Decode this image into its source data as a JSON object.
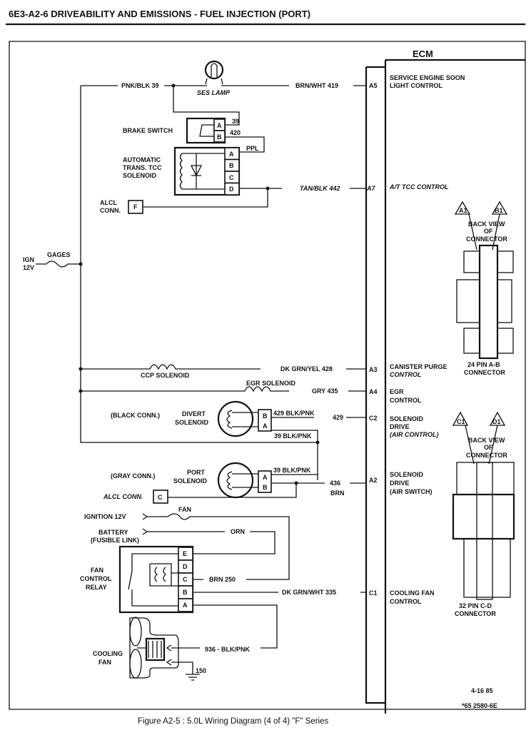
{
  "header": {
    "title": "6E3-A2-6  DRIVEABILITY AND EMISSIONS - FUEL INJECTION (PORT)"
  },
  "caption": "Figure A2-5 : 5.0L Wiring Diagram (4 of 4) \"F\" Series",
  "ecm": {
    "title": "ECM",
    "pins": [
      {
        "pin": "A5",
        "lines": [
          "SERVICE ENGINE SOON",
          "LIGHT CONTROL"
        ]
      },
      {
        "pin": "A7",
        "lines": [
          "A/T TCC CONTROL"
        ]
      },
      {
        "pin": "A3",
        "lines": [
          "CANISTER PURGE",
          "CONTROL"
        ]
      },
      {
        "pin": "A4",
        "lines": [
          "EGR",
          "CONTROL"
        ]
      },
      {
        "pin": "C2",
        "lines": [
          "SOLENOID",
          "DRIVE",
          "(AIR CONTROL)"
        ]
      },
      {
        "pin": "A2",
        "lines": [
          "SOLENOID",
          "DRIVE",
          "(AIR SWITCH)"
        ]
      },
      {
        "pin": "C1",
        "lines": [
          "COOLING FAN",
          "CONTROL"
        ]
      }
    ]
  },
  "power": {
    "ign": [
      "IGN",
      "12V"
    ],
    "gages": "GAGES"
  },
  "wires": {
    "pnk_blk_39": "PNK/BLK 39",
    "brn_wht_419": "BRN/WHT 419",
    "w39": "39",
    "w420": "420",
    "ppl": "PPL",
    "tan_blk_442": "TAN/BLK 442",
    "dk_grn_yel_428": "DK GRN/YEL 428",
    "gry_435": "GRY 435",
    "w429_blk_pnk": "429 BLK/PNK",
    "w429": "429",
    "w39_blk_pnk_1": "39 BLK/PNK",
    "w39_blk_pnk_2": "39 BLK/PNK",
    "w436": "436",
    "brn": "BRN",
    "orn": "ORN",
    "brn_250": "BRN 250",
    "dk_grn_wht_335": "DK GRN/WHT 335",
    "w936": "936  -  BLK/PNK",
    "w150": "150",
    "fan_fuse": "FAN"
  },
  "components": {
    "ses_lamp": "SES LAMP",
    "brake_switch": "BRAKE SWITCH",
    "tcc": [
      "AUTOMATIC",
      "TRANS. TCC",
      "SOLENOID"
    ],
    "alcl_f": [
      "ALCL",
      "CONN."
    ],
    "alcl_c": "ALCL CONN.",
    "ccp": "CCP SOLENOID",
    "egr": "EGR SOLENOID",
    "black_conn": "(BLACK CONN.)",
    "divert": [
      "DIVERT",
      "SOLENOID"
    ],
    "gray_conn": "(GRAY CONN.)",
    "port": [
      "PORT",
      "SOLENOID"
    ],
    "ignition": "IGNITION 12V",
    "battery": [
      "BATTERY",
      "(FUSIBLE LINK)"
    ],
    "relay": [
      "FAN",
      "CONTROL",
      "RELAY"
    ],
    "cooling_fan": [
      "COOLING",
      "FAN"
    ]
  },
  "pins": {
    "brake": [
      "A",
      "B"
    ],
    "tcc": [
      "A",
      "B",
      "C",
      "D"
    ],
    "alcl_f": "F",
    "alcl_c": "C",
    "divert": [
      "B",
      "A"
    ],
    "port": [
      "A",
      "B"
    ],
    "relay": [
      "E",
      "D",
      "C",
      "B",
      "A"
    ]
  },
  "connectors": {
    "ab": {
      "tags": [
        "A1",
        "B1"
      ],
      "back_view": [
        "BACK VIEW",
        "OF",
        "CONNECTOR"
      ],
      "label": [
        "24 PIN  A-B",
        "CONNECTOR"
      ]
    },
    "cd": {
      "tags": [
        "C1",
        "D1"
      ],
      "back_view": [
        "BACK VIEW",
        "OF",
        "CONNECTOR"
      ],
      "label": [
        "32 PIN C-D",
        "CONNECTOR"
      ]
    }
  },
  "footer": {
    "date": "4-16 85",
    "code": "*65 2580-6E"
  }
}
